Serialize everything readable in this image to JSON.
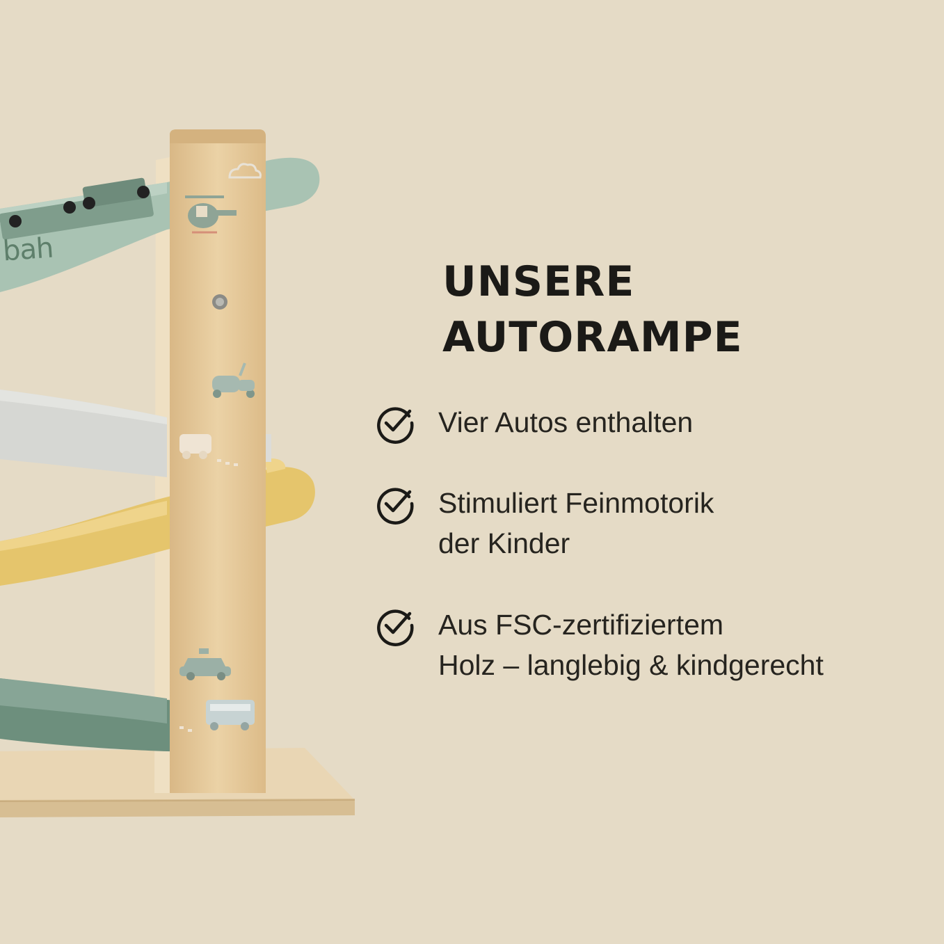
{
  "colors": {
    "background": "#e5dbc6",
    "text": "#1b1a17",
    "ramp_mint": "#a9c3b3",
    "ramp_grey": "#d6d7d3",
    "ramp_yellow": "#e5c56c",
    "ramp_green": "#6d8f7d",
    "wood": "#e4c99a"
  },
  "product": {
    "brand_text": "bah",
    "icons": [
      "helicopter-icon",
      "cloud-icon",
      "scooter-icon",
      "van-icon",
      "taxi-icon",
      "bus-icon"
    ]
  },
  "headline": {
    "line1": "UNSERE",
    "line2": "AUTORAMPE"
  },
  "features": [
    {
      "icon": "check-circle-icon",
      "line1": "Vier Autos enthalten",
      "line2": ""
    },
    {
      "icon": "check-circle-icon",
      "line1": "Stimuliert Feinmotorik",
      "line2": "der Kinder"
    },
    {
      "icon": "check-circle-icon",
      "line1": "Aus FSC-zertifiziertem",
      "line2": "Holz – langlebig & kindgerecht"
    }
  ]
}
